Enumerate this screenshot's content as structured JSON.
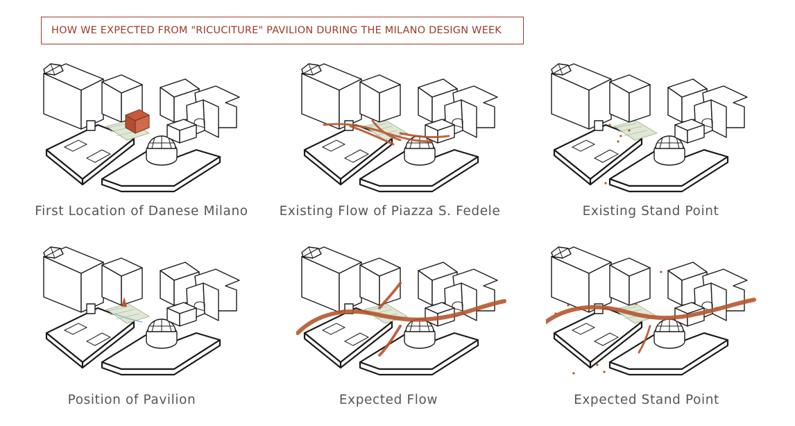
{
  "title": "HOW WE EXPECTED FROM \"RICUCITURE\" PAVILION DURING THE MILANO DESIGN WEEK",
  "accent_color": "#9b3a2a",
  "flow_color": "#b5562e",
  "panels": [
    {
      "caption": "First Location of Danese Milano",
      "overlay": "pavilion-block"
    },
    {
      "caption": "Existing Flow of Piazza S. Fedele",
      "overlay": "flow-lines"
    },
    {
      "caption": "Existing Stand Point",
      "overlay": "stand-points"
    },
    {
      "caption": "Position of Pavilion",
      "overlay": "pavilion-marker"
    },
    {
      "caption": "Expected Flow",
      "overlay": "flow-ribbons"
    },
    {
      "caption": "Expected Stand Point",
      "overlay": "flow-ribbons-and-stand-points"
    }
  ]
}
